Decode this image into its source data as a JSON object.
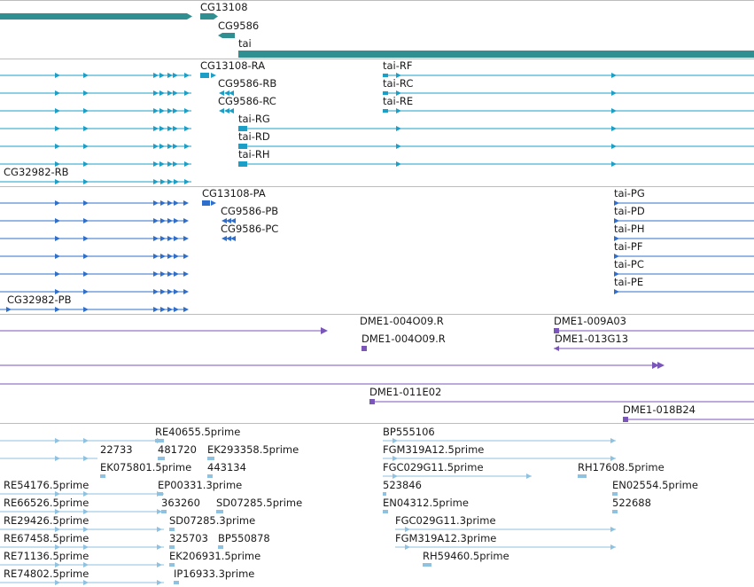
{
  "colors": {
    "gene": "#2f8f91",
    "mrna": "#1b9fc7",
    "protein": "#2f6fcb",
    "clone": "#7a56b8",
    "est": "#8ec2e0",
    "separator": "#bcbcbc"
  },
  "tracks": [
    {
      "name": "gene",
      "labels": [
        "CG13108",
        "CG9586",
        "tai"
      ]
    },
    {
      "name": "mrna",
      "labels": [
        "CG13108-RA",
        "tai-RF",
        "CG9586-RB",
        "tai-RC",
        "CG9586-RC",
        "tai-RE",
        "tai-RG",
        "tai-RD",
        "tai-RH",
        "CG32982-RB"
      ]
    },
    {
      "name": "protein",
      "labels": [
        "CG13108-PA",
        "tai-PG",
        "CG9586-PB",
        "tai-PD",
        "CG9586-PC",
        "tai-PH",
        "tai-PF",
        "tai-PC",
        "tai-PE",
        "CG32982-PB"
      ]
    },
    {
      "name": "clone",
      "labels": [
        "DME1-004O09.R",
        "DME1-009A03",
        "DME1-004O09.R",
        "DME1-013G13",
        "DME1-011E02",
        "DME1-018B24"
      ]
    },
    {
      "name": "est",
      "labels": [
        "RE40655.5prime",
        "BP555106",
        "22733",
        "481720",
        "EK293358.5prime",
        "FGM319A12.5prime",
        "EK075801.5prime",
        "443134",
        "FGC029G11.5prime",
        "RH17608.5prime",
        "RE54176.5prime",
        "EP00331.3prime",
        "523846",
        "EN02554.5prime",
        "RE66526.5prime",
        "363260",
        "SD07285.5prime",
        "EN04312.5prime",
        "522688",
        "RE29426.5prime",
        "SD07285.3prime",
        "FGC029G11.3prime",
        "RE67458.5prime",
        "325703",
        "BP550878",
        "FGM319A12.3prime",
        "RE71136.5prime",
        "EK206931.5prime",
        "RH59460.5prime",
        "RE74802.5prime",
        "IP16933.3prime"
      ]
    }
  ]
}
